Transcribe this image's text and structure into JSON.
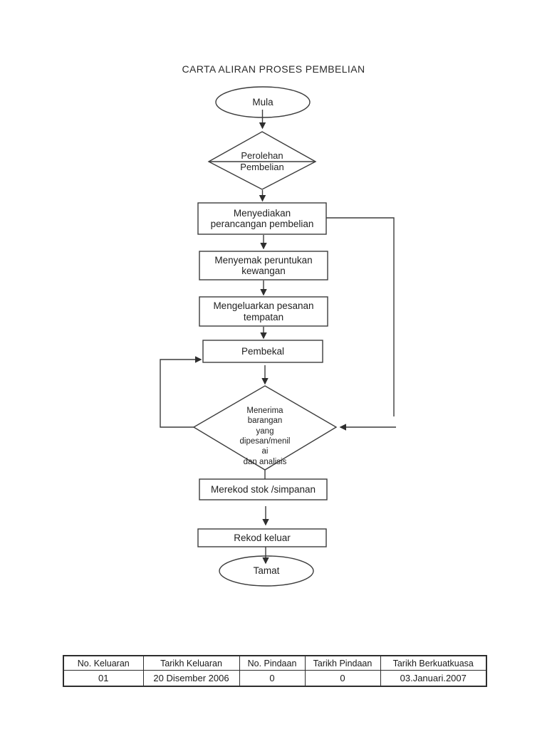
{
  "title": "CARTA ALIRAN PROSES PEMBELIAN",
  "flow": {
    "start": "Mula",
    "decision1": "Perolehan\nPembelian",
    "step1": "Menyediakan\nperancangan pembelian",
    "step2": "Menyemak peruntukan\nkewangan",
    "step3": "Mengeluarkan pesanan\ntempatan",
    "step4": "Pembekal",
    "decision2": "Menerima\nbarangan\nyang\ndipesan/menil\nai\ndan analisis",
    "step5": "Merekod stok /simpanan",
    "step6": "Rekod keluar",
    "end": "Tamat"
  },
  "table": {
    "headers": [
      "No. Keluaran",
      "Tarikh Keluaran",
      "No. Pindaan",
      "Tarikh Pindaan",
      "Tarikh Berkuatkuasa"
    ],
    "values": [
      "01",
      "20 Disember 2006",
      "0",
      "0",
      "03.Januari.2007"
    ]
  },
  "colors": {
    "background": "#ffffff",
    "ink": "#1f1f1f",
    "line": "#3c3c3c"
  }
}
